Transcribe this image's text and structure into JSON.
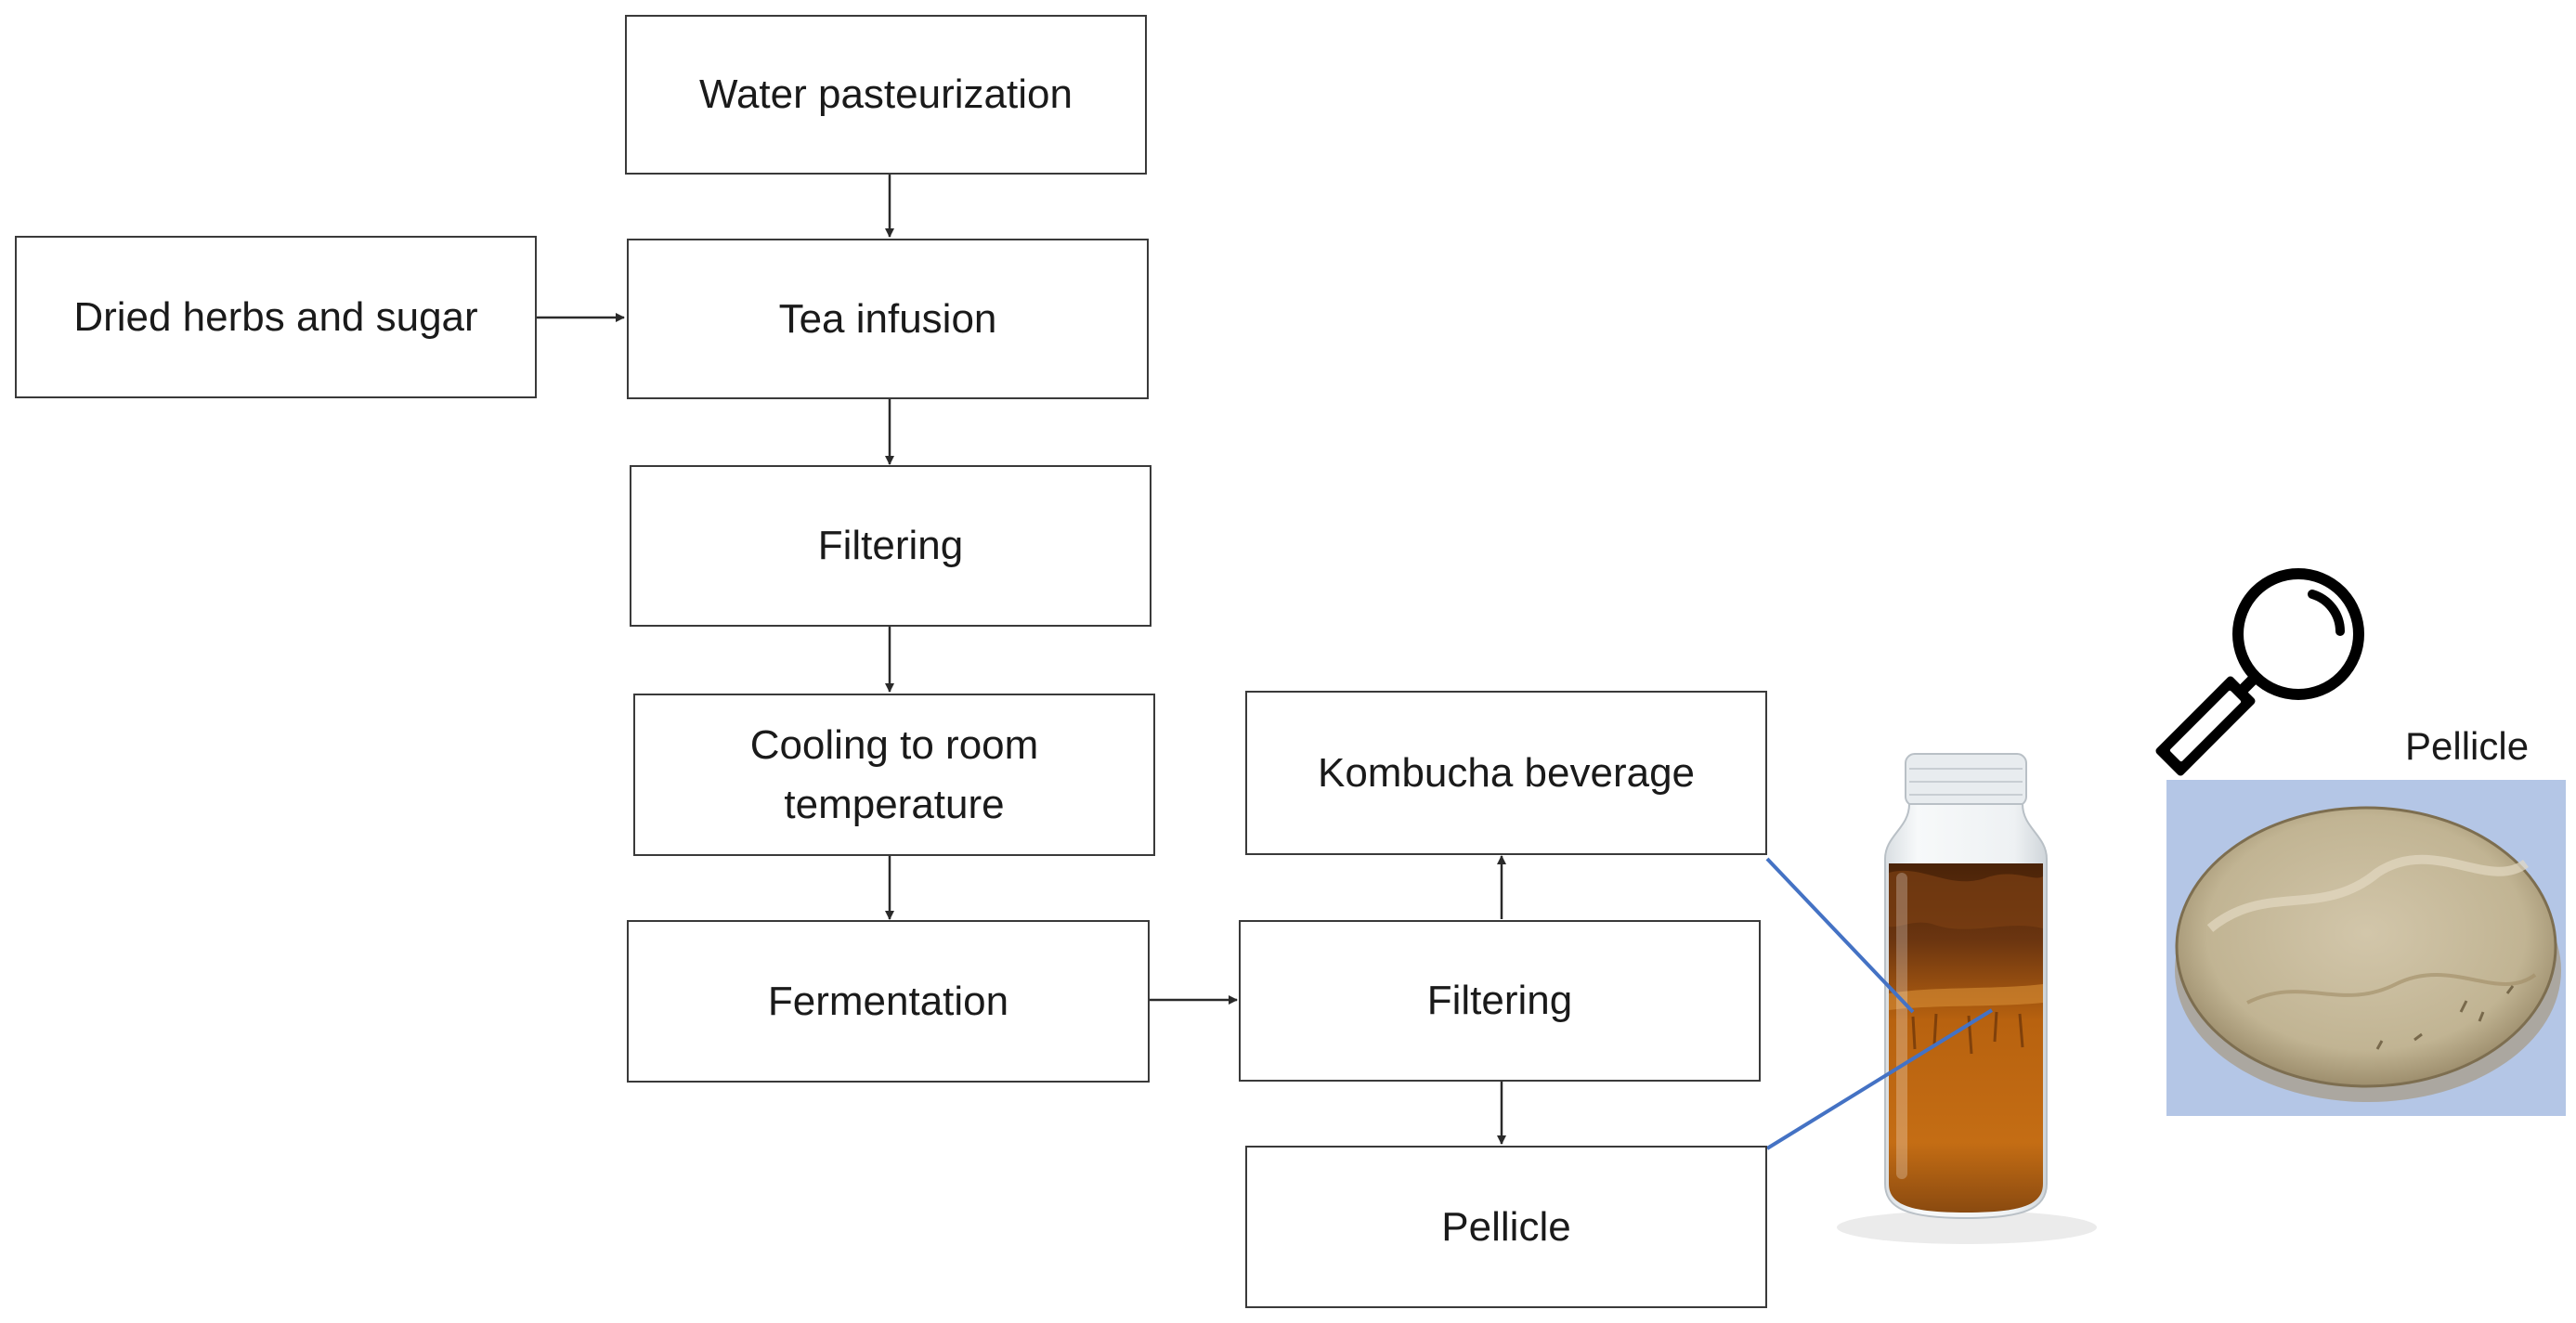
{
  "process_steps": {
    "water_pasteurization": "Water pasteurization",
    "dried_herbs_sugar": "Dried herbs and sugar",
    "tea_infusion": "Tea infusion",
    "filtering_1": "Filtering",
    "cooling": "Cooling to room temperature",
    "fermentation": "Fermentation",
    "filtering_2": "Filtering",
    "kombucha_beverage": "Kombucha beverage",
    "pellicle": "Pellicle"
  },
  "photo_labels": {
    "pellicle_photo_label": "Pellicle"
  },
  "icons": {
    "magnifier": "magnifying-glass-icon",
    "jar": "kombucha-jar-photo",
    "pellicle_photo": "pellicle-photo"
  },
  "colors": {
    "box_border": "#3a3a3a",
    "arrow": "#2a2a2a",
    "pointer_line": "#4472c4",
    "photo_background": "#b4c6e6",
    "kombucha_liquid": "#b8620f",
    "pellicle_disc": "#c5b99c"
  }
}
